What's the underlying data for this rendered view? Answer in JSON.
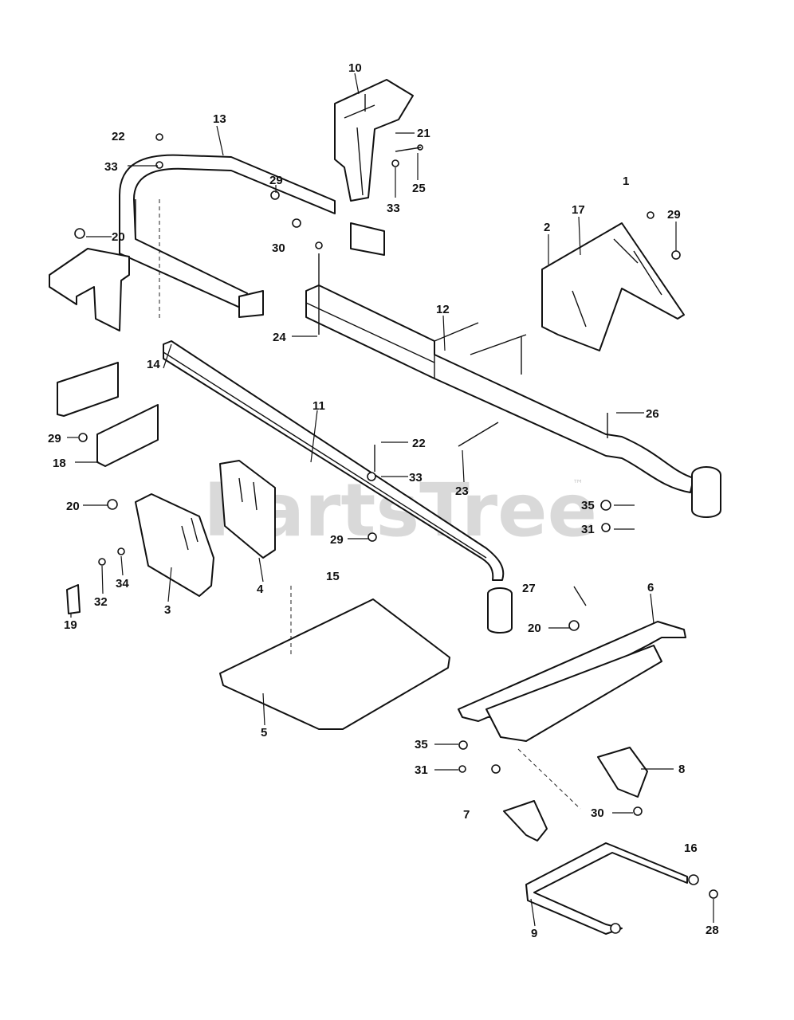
{
  "watermark": {
    "text": "PartsTree",
    "trademark": "™"
  },
  "labels": {
    "l1": "1",
    "l2": "2",
    "l3": "3",
    "l4": "4",
    "l5": "5",
    "l6": "6",
    "l7": "7",
    "l8": "8",
    "l9": "9",
    "l10": "10",
    "l11": "11",
    "l12": "12",
    "l13": "13",
    "l14": "14",
    "l15": "15",
    "l16": "16",
    "l17": "17",
    "l18": "18",
    "l19": "19",
    "l20a": "20",
    "l20b": "20",
    "l20c": "20",
    "l21": "21",
    "l22a": "22",
    "l22b": "22",
    "l23": "23",
    "l24": "24",
    "l25": "25",
    "l26": "26",
    "l27": "27",
    "l28": "28",
    "l29a": "29",
    "l29b": "29",
    "l29c": "29",
    "l29d": "29",
    "l30a": "30",
    "l30b": "30",
    "l31a": "31",
    "l31b": "31",
    "l32": "32",
    "l33a": "33",
    "l33b": "33",
    "l33c": "33",
    "l34": "34",
    "l35a": "35",
    "l35b": "35"
  }
}
